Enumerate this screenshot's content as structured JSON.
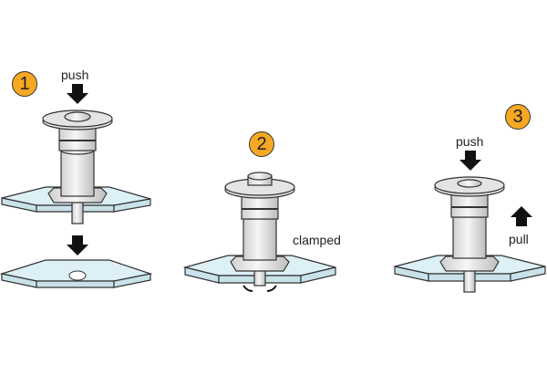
{
  "steps": [
    {
      "number": "1",
      "action": "push"
    },
    {
      "number": "2",
      "state": "clamped"
    },
    {
      "number": "3",
      "action_top": "push",
      "action_side": "pull"
    }
  ],
  "colors": {
    "badge": "#f7a823",
    "plate": "#dcf0f6",
    "arrow": "#111111"
  }
}
